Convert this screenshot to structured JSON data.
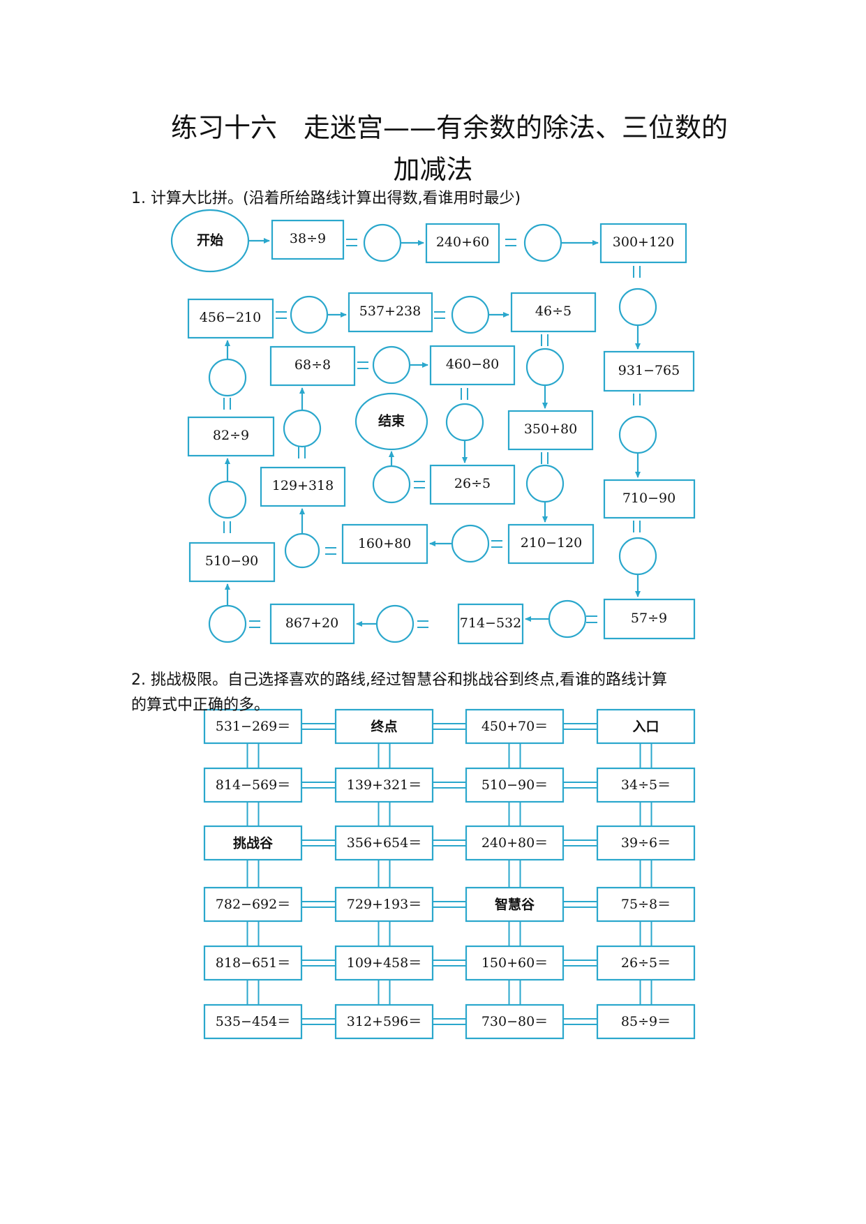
{
  "title_line1": "练习十六　走迷宫——有余数的除法、三位数的",
  "title_line2": "加减法",
  "q1": "1. 计算大比拼。(沿着所给路线计算出得数,看谁用时最少)",
  "q2_line1": "2. 挑战极限。自己选择喜欢的路线,经过智慧谷和挑战谷到终点,看谁的路线计算",
  "q2_line2": "的算式中正确的多。",
  "accent_color": "#2aa7cc",
  "maze1": {
    "start": "开始",
    "end": "结束",
    "boxes": {
      "b38_9": "38÷9",
      "b240_60": "240+60",
      "b300_120": "300+120",
      "b456_210": "456−210",
      "b537_238": "537+238",
      "b46_5": "46÷5",
      "b931_765": "931−765",
      "b68_8": "68÷8",
      "b460_80": "460−80",
      "b82_9": "82÷9",
      "b350_80": "350+80",
      "b129_318": "129+318",
      "b26_5": "26÷5",
      "b710_90": "710−90",
      "b510_90": "510−90",
      "b160_80": "160+80",
      "b210_120": "210−120",
      "b867_20": "867+20",
      "b714_532": "714−532",
      "b57_9": "57÷9"
    }
  },
  "grid2": {
    "rows": [
      [
        "531−269＝",
        "终点",
        "450+70＝",
        "入口"
      ],
      [
        "814−569＝",
        "139+321＝",
        "510−90＝",
        "34÷5＝"
      ],
      [
        "挑战谷",
        "356+654＝",
        "240+80＝",
        "39÷6＝"
      ],
      [
        "782−692＝",
        "729+193＝",
        "智慧谷",
        "75÷8＝"
      ],
      [
        "818−651＝",
        "109+458＝",
        "150+60＝",
        "26÷5＝"
      ],
      [
        "535−454＝",
        "312+596＝",
        "730−80＝",
        "85÷9＝"
      ]
    ]
  }
}
